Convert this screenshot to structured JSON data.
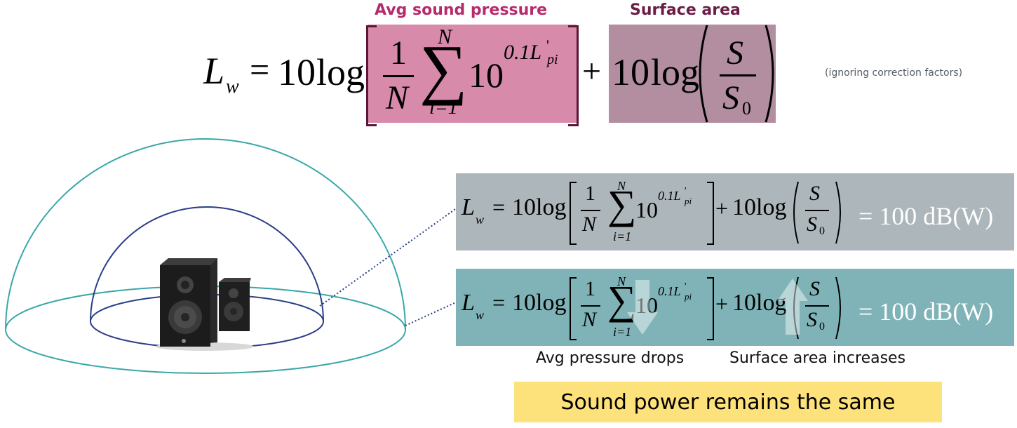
{
  "header": {
    "pressure_label": "Avg sound pressure",
    "surface_label": "Surface area",
    "note": "(ignoring correction factors)"
  },
  "formula": {
    "lhs": "L",
    "lhs_sub": "w",
    "equals": "=",
    "ten": "10",
    "log": "log",
    "one": "1",
    "N": "N",
    "sum": "∑",
    "upper": "N",
    "lower": "i=1",
    "base": "10",
    "exp": "0.1L",
    "exp_prime": "'",
    "exp_sub": "pi",
    "plus": "+",
    "S": "S",
    "S0": "S",
    "S0_sub": "0"
  },
  "panels": {
    "gray_result": "= 100 dB(W)",
    "teal_result": "= 100 dB(W)"
  },
  "captions": {
    "pressure": "Avg pressure drops",
    "surface": "Surface area increases"
  },
  "banner": "Sound power remains the same",
  "colors": {
    "pressure_label": "#b52a6b",
    "surface_label": "#6a1d45",
    "pressure_box": "#d88aaa",
    "surface_box": "#b38ea0",
    "gray_panel": "#adb6ba",
    "teal_panel": "#7fb3b7",
    "banner": "#fde17a",
    "outer_hemisphere": "#3aa7a7",
    "inner_hemisphere": "#2b3f86"
  }
}
